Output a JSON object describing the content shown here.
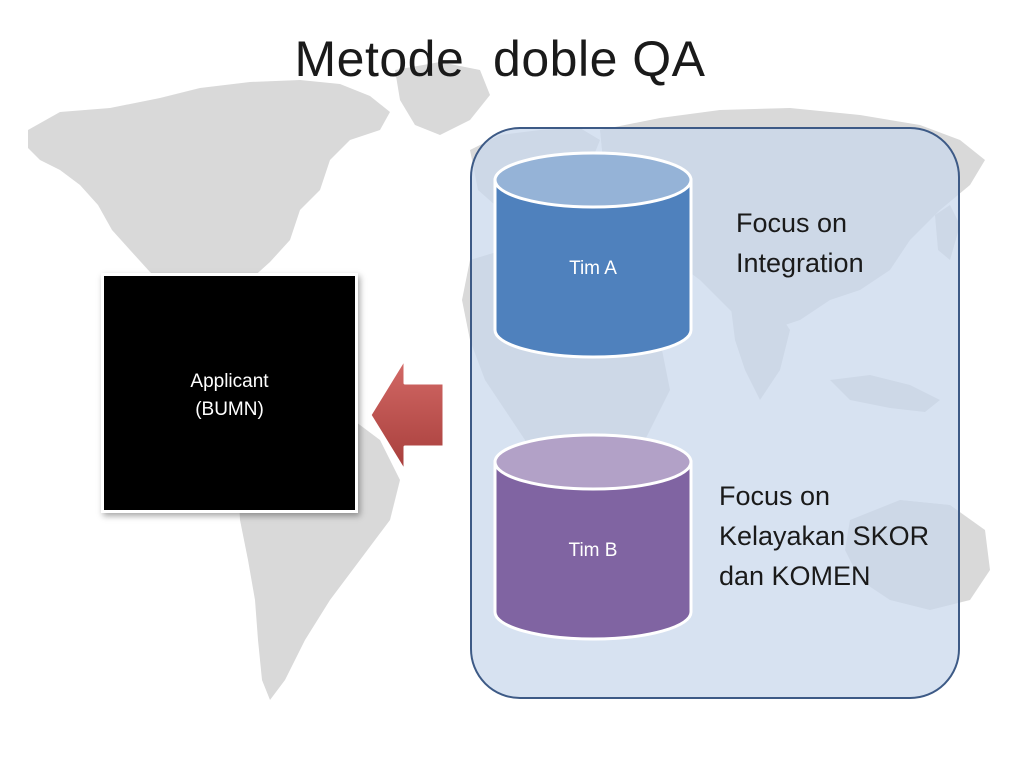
{
  "title": "Metode  doble QA",
  "applicant": {
    "line1": "Applicant",
    "line2": "(BUMN)"
  },
  "teams": [
    {
      "label": "Tim A",
      "focus_lines": [
        "Focus on",
        "Integration"
      ]
    },
    {
      "label": "Tim B",
      "focus_lines": [
        "Focus on",
        "Kelayakan SKOR",
        "dan KOMEN"
      ]
    }
  ],
  "colors": {
    "tim_a": "#4f81bd",
    "tim_a_top": "#95b3d7",
    "tim_b": "#8064a2",
    "tim_b_top": "#b2a1c7",
    "arrow": "#c0504d",
    "panel_border": "#3d5a86",
    "applicant_bg": "#000000",
    "map": "#d9d9d9"
  }
}
